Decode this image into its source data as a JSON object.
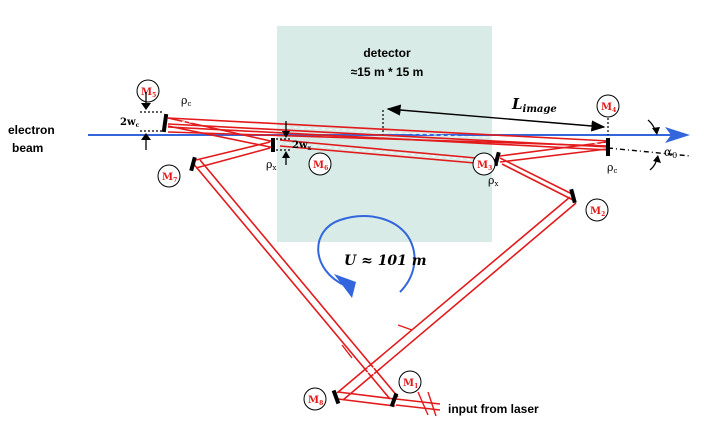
{
  "colors": {
    "laser": "#e31a1c",
    "electron_beam": "#3366dd",
    "detector_fill": "#d8ebe6",
    "mirror_label": "#e41a1c"
  },
  "labels": {
    "detector_line1": "detector",
    "detector_line2": "≈15 m * 15 m",
    "electron_line1": "electron",
    "electron_line2": "beam",
    "l_image_main": "L",
    "l_image_sub": "image",
    "u_label": "U ≈ 101 m",
    "input": "input from laser",
    "alpha": "α",
    "alpha_sub": "0",
    "rho": "ρ",
    "rho_c": "c",
    "rho_x": "x",
    "w_c": "2w",
    "w_c_sub": "c",
    "w_x": "2w",
    "w_x_sub": "x"
  },
  "mirrors": [
    {
      "id": "M1",
      "main": "M",
      "sub": "1"
    },
    {
      "id": "M2",
      "main": "M",
      "sub": "2"
    },
    {
      "id": "M3",
      "main": "M",
      "sub": "3"
    },
    {
      "id": "M4",
      "main": "M",
      "sub": "4"
    },
    {
      "id": "M5",
      "main": "M",
      "sub": "5"
    },
    {
      "id": "M6",
      "main": "M",
      "sub": "6"
    },
    {
      "id": "M7",
      "main": "M",
      "sub": "7"
    },
    {
      "id": "M8",
      "main": "M",
      "sub": "8"
    }
  ]
}
